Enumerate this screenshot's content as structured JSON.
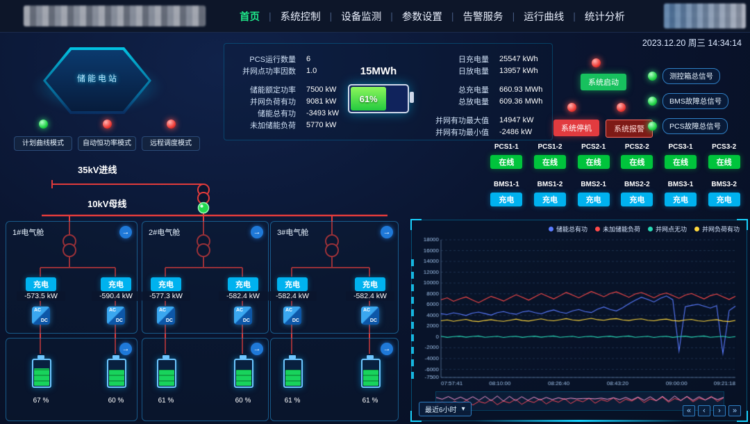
{
  "theme": {
    "background": "#0a1530",
    "accent_green": "#1ee98a",
    "online_green": "#00c43c",
    "charge_cyan": "#00b2ef",
    "alarm_red": "#e23b3f",
    "wire_red": "#e23b3b",
    "panel_border_cyan": "#19d3ff"
  },
  "meta": {
    "datetime": "2023.12.20 周三 14:34:14"
  },
  "nav": {
    "separator": "|",
    "items": [
      {
        "label": "首页"
      },
      {
        "label": "系统控制"
      },
      {
        "label": "设备监测"
      },
      {
        "label": "参数设置"
      },
      {
        "label": "告警服务"
      },
      {
        "label": "运行曲线"
      },
      {
        "label": "统计分析"
      }
    ]
  },
  "hexagon": {
    "label": "储能电站"
  },
  "modes": {
    "items": [
      {
        "label": "计划曲线模式",
        "state": "green"
      },
      {
        "label": "自动恒功率模式",
        "state": "red"
      },
      {
        "label": "远程调度模式",
        "state": "red"
      }
    ]
  },
  "stats_left": {
    "rows": [
      {
        "label": "PCS运行数量",
        "value": "6"
      },
      {
        "label": "并网点功率因数",
        "value": "1.0"
      },
      {
        "label": "储能额定功率",
        "value": "7500 kW"
      },
      {
        "label": "并网负荷有功",
        "value": "9081 kW"
      },
      {
        "label": "储能总有功",
        "value": "-3493 kW"
      },
      {
        "label": "未加储能负荷",
        "value": "5770 kW"
      }
    ]
  },
  "battery_summary": {
    "capacity": "15MWh",
    "soc": "61%",
    "soc_value": 61
  },
  "stats_right": {
    "rows": [
      {
        "label": "日充电量",
        "value": "25547 kWh"
      },
      {
        "label": "日放电量",
        "value": "13957 kWh"
      },
      {
        "label": "总充电量",
        "value": "660.93 MWh"
      },
      {
        "label": "总放电量",
        "value": "609.36 MWh"
      },
      {
        "label": "并网有功最大值",
        "value": "14947 kW"
      },
      {
        "label": "并网有功最小值",
        "value": "-2486 kW"
      }
    ]
  },
  "system_controls": {
    "start_label": "系统启动",
    "stop_label": "系统停机",
    "alarm_label": "系统报警"
  },
  "signals": {
    "items": [
      {
        "label": "测控箱总信号",
        "state": "green"
      },
      {
        "label": "BMS故障总信号",
        "state": "green"
      },
      {
        "label": "PCS故障总信号",
        "state": "green"
      }
    ]
  },
  "pcs": {
    "items": [
      {
        "name": "PCS1-1",
        "status": "在线"
      },
      {
        "name": "PCS1-2",
        "status": "在线"
      },
      {
        "name": "PCS2-1",
        "status": "在线"
      },
      {
        "name": "PCS2-2",
        "status": "在线"
      },
      {
        "name": "PCS3-1",
        "status": "在线"
      },
      {
        "name": "PCS3-2",
        "status": "在线"
      }
    ]
  },
  "bms": {
    "items": [
      {
        "name": "BMS1-1",
        "status": "充电"
      },
      {
        "name": "BMS1-2",
        "status": "充电"
      },
      {
        "name": "BMS2-1",
        "status": "充电"
      },
      {
        "name": "BMS2-2",
        "status": "充电"
      },
      {
        "name": "BMS3-1",
        "status": "充电"
      },
      {
        "name": "BMS3-2",
        "status": "充电"
      }
    ]
  },
  "diagram": {
    "incoming_label": "35kV进线",
    "bus_label": "10kV母线",
    "converter": {
      "ac": "AC",
      "dc": "DC"
    },
    "cabins": [
      {
        "name": "1#电气舱",
        "branches": [
          {
            "status": "充电",
            "power": "-573.5 kW"
          },
          {
            "status": "充电",
            "power": "-590.4 kW"
          }
        ]
      },
      {
        "name": "2#电气舱",
        "branches": [
          {
            "status": "充电",
            "power": "-577.3 kW"
          },
          {
            "status": "充电",
            "power": "-582.4 kW"
          }
        ]
      },
      {
        "name": "3#电气舱",
        "branches": [
          {
            "status": "充电",
            "power": "-582.4 kW"
          },
          {
            "status": "充电",
            "power": "-582.4 kW"
          }
        ]
      }
    ],
    "battery_groups": [
      {
        "cells": [
          {
            "soc": "67 %",
            "pct": 67
          },
          {
            "soc": "60 %",
            "pct": 60
          }
        ]
      },
      {
        "cells": [
          {
            "soc": "61 %",
            "pct": 61
          },
          {
            "soc": "60 %",
            "pct": 60
          }
        ]
      },
      {
        "cells": [
          {
            "soc": "61 %",
            "pct": 61
          },
          {
            "soc": "61 %",
            "pct": 61
          }
        ]
      }
    ]
  },
  "chart": {
    "range_label": "最近6小时"
  },
  "icons": {
    "arrow": "→",
    "caret": "▾",
    "pager_first": "«",
    "pager_prev": "‹",
    "pager_next": "›",
    "pager_last": "»"
  },
  "chart_data": {
    "type": "line",
    "title": "",
    "ylim": [
      -7500,
      18000
    ],
    "yticks": [
      18000,
      16000,
      14000,
      12000,
      10000,
      8000,
      6000,
      4000,
      2000,
      0,
      -2000,
      -4000,
      -6000,
      -7500
    ],
    "xticklabels": [
      "07:57:41",
      "08:10:00",
      "08:26:40",
      "08:43:20",
      "09:00:00",
      "09:21:18"
    ],
    "grid": true,
    "legend_position": "top-right",
    "series": [
      {
        "name": "储能总有功",
        "color": "#5a7bff",
        "values": [
          4300,
          4150,
          4480,
          4250,
          3980,
          4420,
          4600,
          4330,
          4050,
          4520,
          4700,
          4380,
          4200,
          4640,
          4820,
          4500,
          4280,
          4720,
          5000,
          4600,
          4380,
          4840,
          5080,
          4700,
          4520,
          5150,
          5550,
          5080,
          4820,
          5400,
          6150,
          6800,
          7350,
          6950,
          6480,
          7150,
          7600,
          6900,
          -2600,
          5600,
          5850,
          6050,
          5700,
          5350,
          5800,
          -3100,
          4900,
          5700
        ]
      },
      {
        "name": "未加储能负荷",
        "color": "#ff4a4a",
        "values": [
          6900,
          7250,
          6600,
          7050,
          7420,
          6850,
          6350,
          6950,
          7520,
          7120,
          6650,
          7250,
          7820,
          7350,
          6820,
          7450,
          8050,
          7550,
          7050,
          7650,
          8250,
          7750,
          7250,
          7850,
          8420,
          7950,
          7450,
          8050,
          8350,
          7850,
          7350,
          7950,
          8250,
          7750,
          7250,
          7850,
          8150,
          7650,
          7150,
          7750,
          8050,
          7550,
          7050,
          7650,
          7950,
          7450,
          6950,
          7550
        ]
      },
      {
        "name": "并网点无功",
        "color": "#27d9b5",
        "values": [
          120,
          -80,
          60,
          150,
          -40,
          90,
          180,
          -60,
          40,
          130,
          -90,
          70,
          120,
          -80,
          60,
          150,
          -40,
          90,
          180,
          -60,
          40,
          130,
          -90,
          70,
          120,
          -80,
          60,
          150,
          -40,
          90,
          180,
          -60,
          40,
          130,
          -90,
          70,
          120,
          -80,
          60,
          150,
          -40,
          90,
          180,
          -60,
          40,
          130,
          -90,
          70
        ]
      },
      {
        "name": "并网负荷有功",
        "color": "#ffd83d",
        "values": [
          3000,
          3150,
          2900,
          3100,
          3250,
          2950,
          2850,
          3050,
          3200,
          3000,
          2900,
          3100,
          3300,
          3050,
          2950,
          3150,
          3350,
          3100,
          3000,
          3200,
          3400,
          3150,
          3050,
          3250,
          3450,
          3200,
          3100,
          3300,
          3400,
          3150,
          3050,
          3250,
          3350,
          3100,
          3000,
          3200,
          3300,
          3050,
          2950,
          3150,
          3250,
          3000,
          2900,
          3100,
          3200,
          2950,
          2850,
          3050
        ]
      }
    ],
    "navigator": {
      "series": [
        {
          "color": "#ff4a5a",
          "values": [
            30,
            45,
            25,
            50,
            35,
            55,
            28,
            48,
            38,
            58,
            30,
            50,
            40,
            60,
            32,
            52,
            42,
            62,
            34,
            54,
            44,
            64,
            36,
            56,
            46,
            66,
            38,
            58,
            48,
            68,
            40,
            60,
            50,
            70,
            42,
            62,
            52,
            72,
            44,
            64,
            54,
            74,
            46,
            66,
            56,
            76,
            48,
            68
          ]
        },
        {
          "color": "#ff9ad5",
          "values": [
            70,
            60,
            75,
            58,
            72,
            56,
            74,
            54,
            76,
            52,
            78,
            50,
            76,
            52,
            74,
            54,
            72,
            56,
            70,
            58,
            68,
            60,
            66,
            62,
            64,
            64,
            62,
            66,
            60,
            68,
            58,
            70,
            56,
            72,
            54,
            74,
            52,
            76,
            50,
            78,
            52,
            76,
            54,
            74,
            56,
            72,
            58,
            70
          ]
        }
      ]
    }
  }
}
